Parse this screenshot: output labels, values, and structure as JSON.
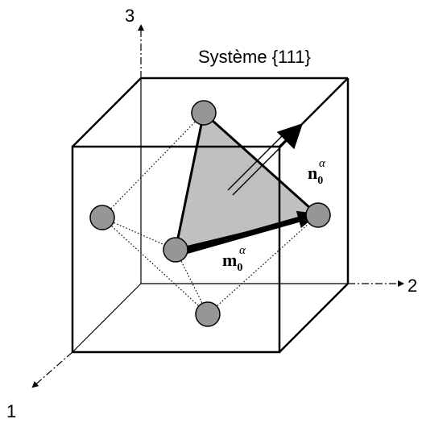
{
  "title": "Système {111}",
  "axes": {
    "x1": "1",
    "x2": "2",
    "x3": "3"
  },
  "vectors": {
    "n": {
      "base": "n",
      "sub": "0",
      "sup": "α"
    },
    "m": {
      "base": "m",
      "sub": "0",
      "sup": "α"
    }
  },
  "colors": {
    "line": "#000000",
    "plane_fill": "#c0c0c0",
    "atom_fill": "#969696"
  }
}
